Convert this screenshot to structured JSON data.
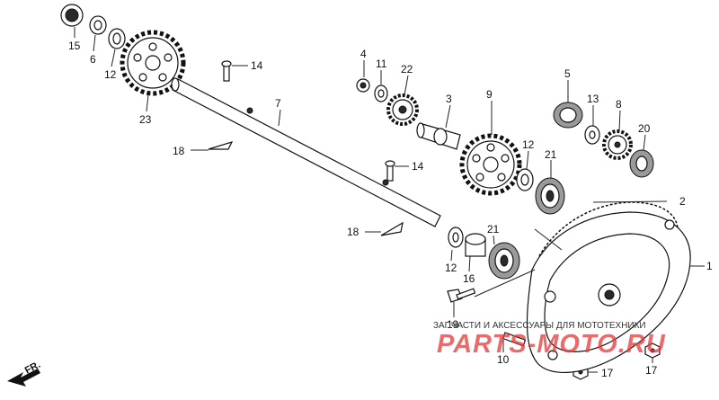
{
  "callouts": {
    "n15": "15",
    "n6": "6",
    "n12a": "12",
    "n23": "23",
    "n14a": "14",
    "n7": "7",
    "n18a": "18",
    "n14b": "14",
    "n18b": "18",
    "n4": "4",
    "n11": "11",
    "n22": "22",
    "n3": "3",
    "n9": "9",
    "n5": "5",
    "n13": "13",
    "n8": "8",
    "n20": "20",
    "n12b": "12",
    "n21a": "21",
    "n2": "2",
    "n1": "1",
    "n12c": "12",
    "n16": "16",
    "n21b": "21",
    "n19": "19",
    "n10": "10",
    "n17a": "17",
    "n17b": "17"
  },
  "direction": {
    "label": "FR."
  },
  "watermark": {
    "caption": "ЗАПЧАСТИ И АКСЕССУАРЫ ДЛЯ МОТОТЕХНИКИ",
    "brand": "PARTS-MOTO.RU"
  },
  "colors": {
    "ink": "#111111",
    "watermark_red": "#e23a3a"
  }
}
